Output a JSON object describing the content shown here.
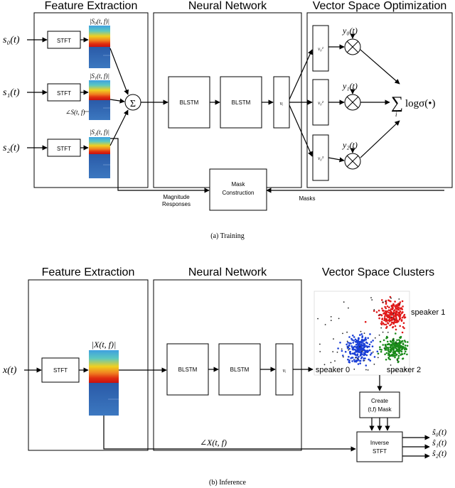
{
  "training": {
    "caption": "(a)  Training",
    "sections": {
      "feature_extraction": "Feature Extraction",
      "neural_network": "Neural Network",
      "vector_space": "Vector Space Optimization"
    },
    "inputs": [
      "s₀(t)",
      "s₁(t)",
      "s₂(t)"
    ],
    "stft_label": "STFT",
    "spectrogram_labels": [
      "|S₀(t, f)|",
      "|S₁(t, f)|",
      "|S₂(t, f)|"
    ],
    "phase_label": "∠S(t, f)",
    "sum_symbol": "Σ",
    "blstm_label": "BLSTM",
    "vi_label": "vᵢ",
    "embedding_labels": [
      "v₀¹",
      "v₀²",
      "v₀³"
    ],
    "y_labels": [
      "y₀(t)",
      "y₁(t)",
      "y₂(t)"
    ],
    "objective_sum": "∑",
    "objective_index": "i",
    "objective_expr": "logσ(•)",
    "mask_construction": [
      "Mask",
      "Construction"
    ],
    "magnitude_responses": [
      "Magnitude",
      "Responses"
    ],
    "masks_label": "Masks"
  },
  "inference": {
    "caption": "(b)  Inference",
    "sections": {
      "feature_extraction": "Feature Extraction",
      "neural_network": "Neural Network",
      "vector_space": "Vector Space Clusters"
    },
    "input": "x(t)",
    "stft_label": "STFT",
    "spectrogram_label": "|X(t, f)|",
    "blstm_label": "BLSTM",
    "vi_label": "vᵢ",
    "speakers": [
      "speaker 1",
      "speaker 0",
      "speaker 2"
    ],
    "cluster_colors": [
      "#e01818",
      "#1a3fd6",
      "#1a8a1a"
    ],
    "create_mask": [
      "Create",
      "(t,f) Mask"
    ],
    "inverse_stft": [
      "Inverse",
      "STFT"
    ],
    "phase_label": "∠X(t, f)",
    "outputs": [
      "ŝ₀(t)",
      "ŝ₁(t)",
      "ŝ₂(t)"
    ]
  }
}
